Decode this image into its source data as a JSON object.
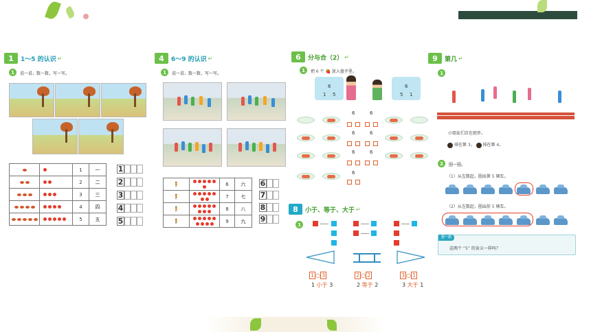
{
  "colors": {
    "green": "#6cc04a",
    "blue": "#22a9c8",
    "title": "#1e9bb5",
    "dot": "#e53b2c",
    "dark_bar": "#2e4c3e"
  },
  "sections": {
    "s1": {
      "num": "1",
      "title": "1～5 的认识",
      "sub": "1",
      "instr": "说一说，数一数，写一写。",
      "rows": [
        {
          "num": "1",
          "han": "一",
          "write": "1"
        },
        {
          "num": "2",
          "han": "二",
          "write": "2"
        },
        {
          "num": "3",
          "han": "三",
          "write": "3"
        },
        {
          "num": "4",
          "han": "四",
          "write": "4"
        },
        {
          "num": "5",
          "han": "五",
          "write": "5"
        }
      ]
    },
    "s4": {
      "num": "4",
      "title": "6～9 的认识",
      "sub": "1",
      "instr": "说一说，数一数，写一写。",
      "rows": [
        {
          "num": "6",
          "han": "六",
          "write": "6"
        },
        {
          "num": "7",
          "han": "七",
          "write": "7"
        },
        {
          "num": "8",
          "han": "八",
          "write": "8"
        },
        {
          "num": "9",
          "han": "九",
          "write": "9"
        }
      ]
    },
    "s6": {
      "num": "6",
      "title": "分与合（2）",
      "sub": "1",
      "instr": "把 6 个 🍓 放入盘子里。",
      "card_left": {
        "top": "6",
        "l": "1",
        "r": "5"
      },
      "card_right": {
        "top": "6",
        "l": "5",
        "r": "1"
      },
      "six": "6"
    },
    "s8": {
      "num": "8",
      "title": "小于、等于、大于",
      "sub": "1",
      "compare": [
        {
          "a": "1",
          "b": "3",
          "caption_a": "1",
          "word": "小于",
          "caption_b": "3"
        },
        {
          "a": "2",
          "b": "2",
          "caption_a": "2",
          "word": "等于",
          "caption_b": "2"
        },
        {
          "a": "3",
          "b": "1",
          "caption_a": "3",
          "word": "大于",
          "caption_b": "1"
        }
      ]
    },
    "s9": {
      "num": "9",
      "title": "第几",
      "sub1": "1",
      "sub2": "2",
      "line1": "小朋友们正在跑步。",
      "line2a": "排在第 3，",
      "line2b": "排在第 4。",
      "q_title": "圈一圈。",
      "q1": "（1）从左数起，圈出第 5 辆车。",
      "q2": "（2）从左数起，圈出前 5 辆车。",
      "think_tag": "想一想",
      "think": "这两个 “5” 的含义一样吗？"
    }
  }
}
